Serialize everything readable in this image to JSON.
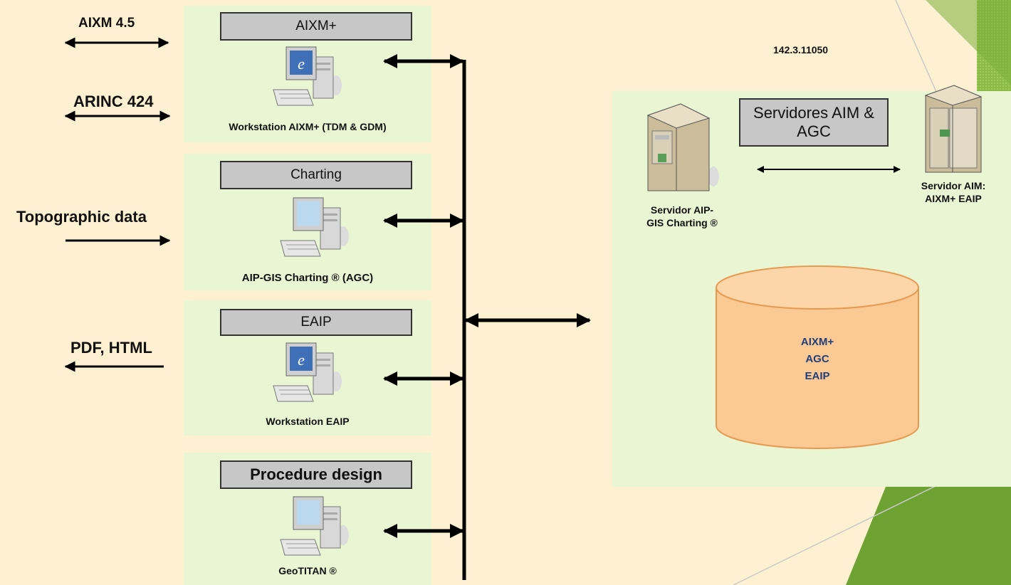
{
  "external": {
    "aixm45": "AIXM 4.5",
    "arinc424": "ARINC 424",
    "topographic": "Topographic data",
    "pdfhtml": "PDF, HTML"
  },
  "workstations": [
    {
      "header": "AIXM+",
      "caption": "Workstation AIXM+ (TDM & GDM)"
    },
    {
      "header": "Charting",
      "caption": "AIP-GIS Charting ® (AGC)"
    },
    {
      "header": "EAIP",
      "caption": "Workstation EAIP"
    },
    {
      "header": "Procedure design",
      "caption": "GeoTITAN ®"
    }
  ],
  "ip_address": "142.3.11050",
  "servers": {
    "title": "Servidores AIM & AGC",
    "left_caption": "Servidor AIP-GIS Charting ®",
    "right_caption": "Servidor AIM: AIXM+ EAIP"
  },
  "database": {
    "line1": "AIXM+",
    "line2": "AGC",
    "line3": "EAIP"
  },
  "colors": {
    "background": "#fdf1d2",
    "panel": "#e9f5d3",
    "header": "#c7c7c7",
    "database": "#fbc994",
    "database_text": "#1f3f7a",
    "accent_green": "#7cae3a"
  }
}
